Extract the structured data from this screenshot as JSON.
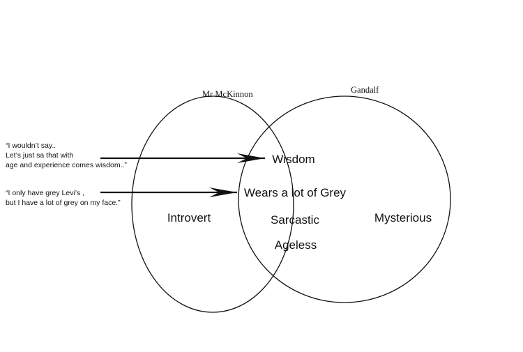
{
  "sets": [
    {
      "name": "Mr McKinnon"
    },
    {
      "name": "Gandalf"
    }
  ],
  "regions": {
    "left_only": [
      "Introvert"
    ],
    "intersection": [
      "Wisdom",
      "Wears a lot of Grey",
      "Sarcastic",
      "Ageless"
    ],
    "right_only": [
      "Mysterious"
    ]
  },
  "quotes": [
    {
      "lines": [
        "“I wouldn’t say..",
        "Let’s just sa that with",
        "age and experience comes wisdom..”"
      ],
      "points_to": "Wisdom"
    },
    {
      "lines": [
        "“I only have grey Levi’s ,",
        "but I have a lot of grey on my face.”"
      ],
      "points_to": "Wears a lot of Grey"
    }
  ],
  "colors": {
    "line": "#111111",
    "text": "#111111",
    "background": "#ffffff"
  }
}
